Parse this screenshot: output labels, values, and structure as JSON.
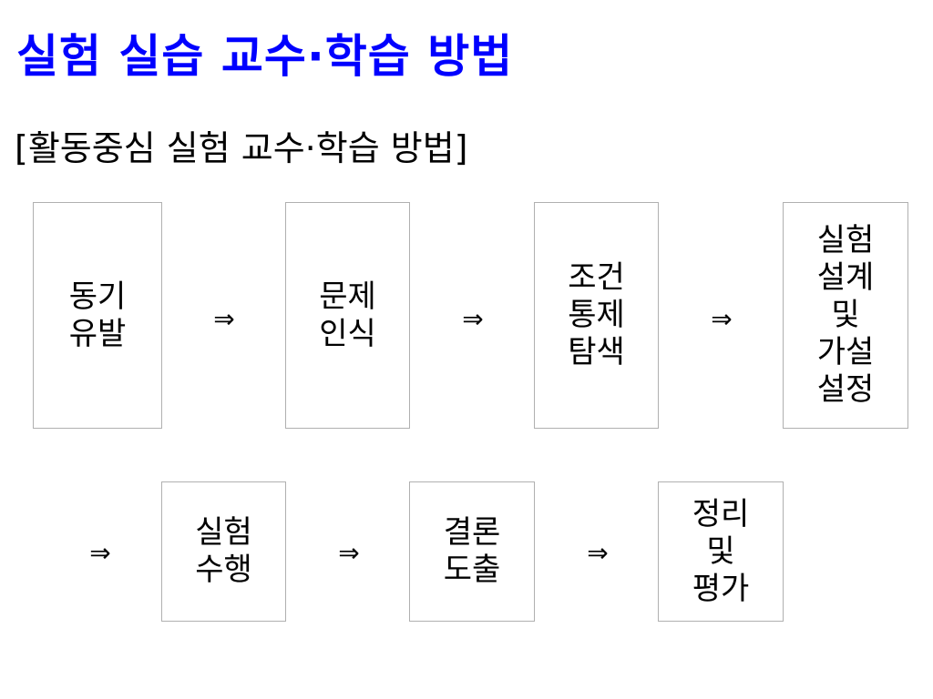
{
  "title": "실험 실습 교수·학습 방법",
  "subtitle": "[활동중심 실험 교수·학습 방법]",
  "colors": {
    "title": "#0000ff",
    "text": "#000000",
    "box_border": "#b0b0b0"
  },
  "arrow_glyph": "⇒",
  "steps": [
    {
      "lines": [
        "동기",
        "유발"
      ]
    },
    {
      "lines": [
        "문제",
        "인식"
      ]
    },
    {
      "lines": [
        "조건",
        "통제",
        "탐색"
      ]
    },
    {
      "lines": [
        "실험",
        "설계",
        "및",
        "가설",
        "설정"
      ]
    },
    {
      "lines": [
        "실험",
        "수행"
      ]
    },
    {
      "lines": [
        "결론",
        "도출"
      ]
    },
    {
      "lines": [
        "정리",
        "및",
        "평가"
      ]
    }
  ]
}
